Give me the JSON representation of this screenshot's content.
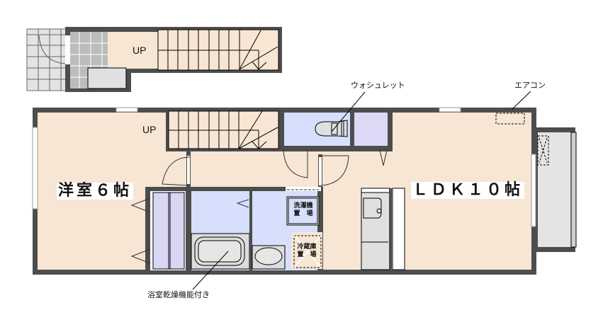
{
  "floor_plan": {
    "rooms": {
      "western_room": {
        "label": "洋室６帖"
      },
      "ldk": {
        "label": "ＬＤＫ１０帖"
      }
    },
    "stairs": {
      "ground_up_label": "UP",
      "upper_up_label": "UP"
    },
    "fixtures": {
      "washing_machine": {
        "label_line1": "洗濯機",
        "label_line2": "置　場"
      },
      "refrigerator": {
        "label_line1": "冷蔵庫",
        "label_line2": "置　場"
      }
    },
    "annotations": {
      "toilet": "ウォシュレット",
      "air_conditioner": "エアコン",
      "bathroom": "浴室乾燥機能付き"
    },
    "colors": {
      "wall": "#4d4d4d",
      "floor_wood": "#f7e6d4",
      "wet_area": "#d6dffb",
      "closet": "#d9d6f3",
      "tile_gray": "#e2e2e2",
      "entry_tile": "#bcbcbc"
    }
  }
}
